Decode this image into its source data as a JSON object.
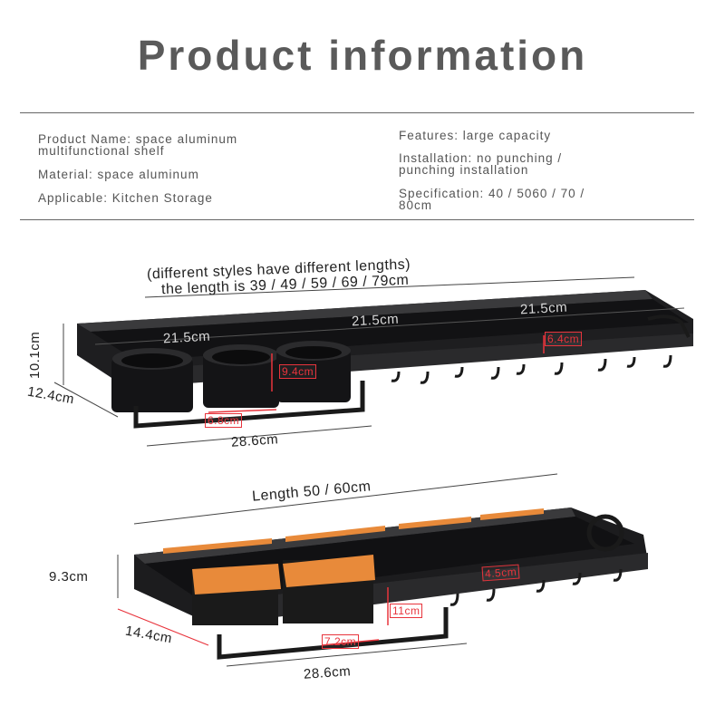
{
  "header": {
    "title": "Product information"
  },
  "specs": {
    "left": [
      "Product Name: space aluminum\nmultifunctional shelf",
      "Material: space aluminum",
      "Applicable: Kitchen Storage"
    ],
    "right": [
      "Features: large capacity",
      "Installation: no punching /\npunching installation",
      "Specification: 40 / 5060 / 70 /\n80cm"
    ]
  },
  "rack_top": {
    "note_line1": "(different styles have different lengths)",
    "note_line2": "the length is 39 / 49 / 59 / 69 / 79cm",
    "height": "10.1cm",
    "depth": "12.4cm",
    "section_1": "21.5cm",
    "section_2": "21.5cm",
    "section_3": "21.5cm",
    "hook_gap": "6.4cm",
    "cup_height": "9.4cm",
    "cup_width": "6.8cm",
    "rail_length": "28.6cm"
  },
  "rack_bottom": {
    "length": "Length 50 / 60cm",
    "height": "9.3cm",
    "depth": "14.4cm",
    "hook_gap": "4.5cm",
    "cup_height": "11cm",
    "cup_width": "7.2cm",
    "rail_length": "28.6cm"
  },
  "colors": {
    "rack": "#1c1c1e",
    "accent": "#e8343c",
    "cup_orange": "#e88a3a"
  }
}
